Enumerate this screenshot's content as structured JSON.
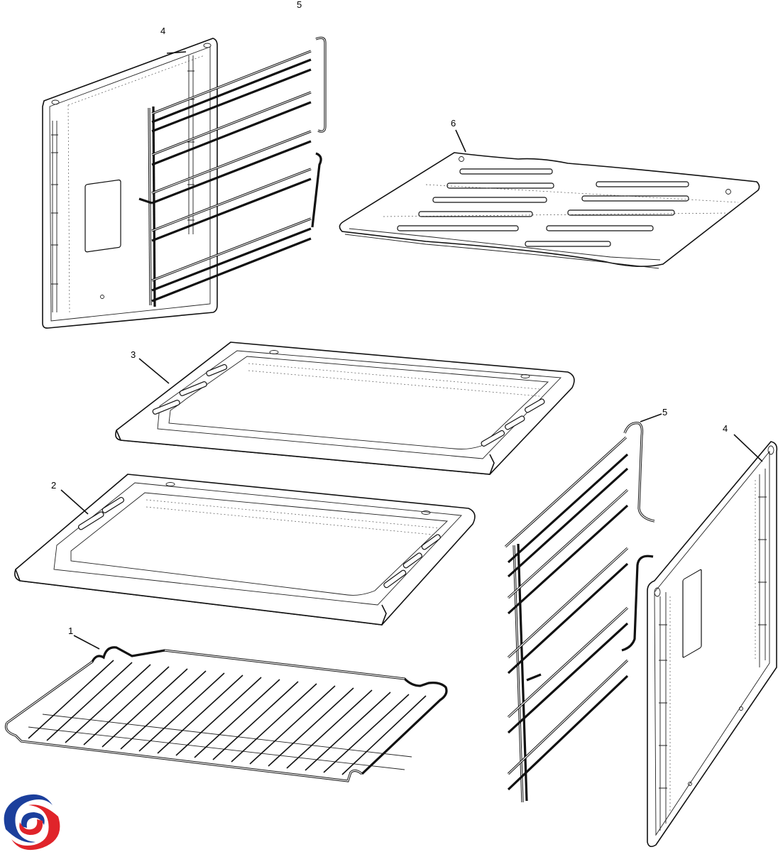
{
  "diagram": {
    "callouts": [
      {
        "id": "c4a",
        "label": "4"
      },
      {
        "id": "c5a",
        "label": "5"
      },
      {
        "id": "c6",
        "label": "6"
      },
      {
        "id": "c3",
        "label": "3"
      },
      {
        "id": "c2",
        "label": "2"
      },
      {
        "id": "c1",
        "label": "1"
      },
      {
        "id": "c5b",
        "label": "5"
      },
      {
        "id": "c4b",
        "label": "4"
      }
    ]
  },
  "logo": {
    "icon": "brand-swirl-logo",
    "colors": {
      "blue": "#1b3f9c",
      "red": "#e0242a"
    }
  }
}
